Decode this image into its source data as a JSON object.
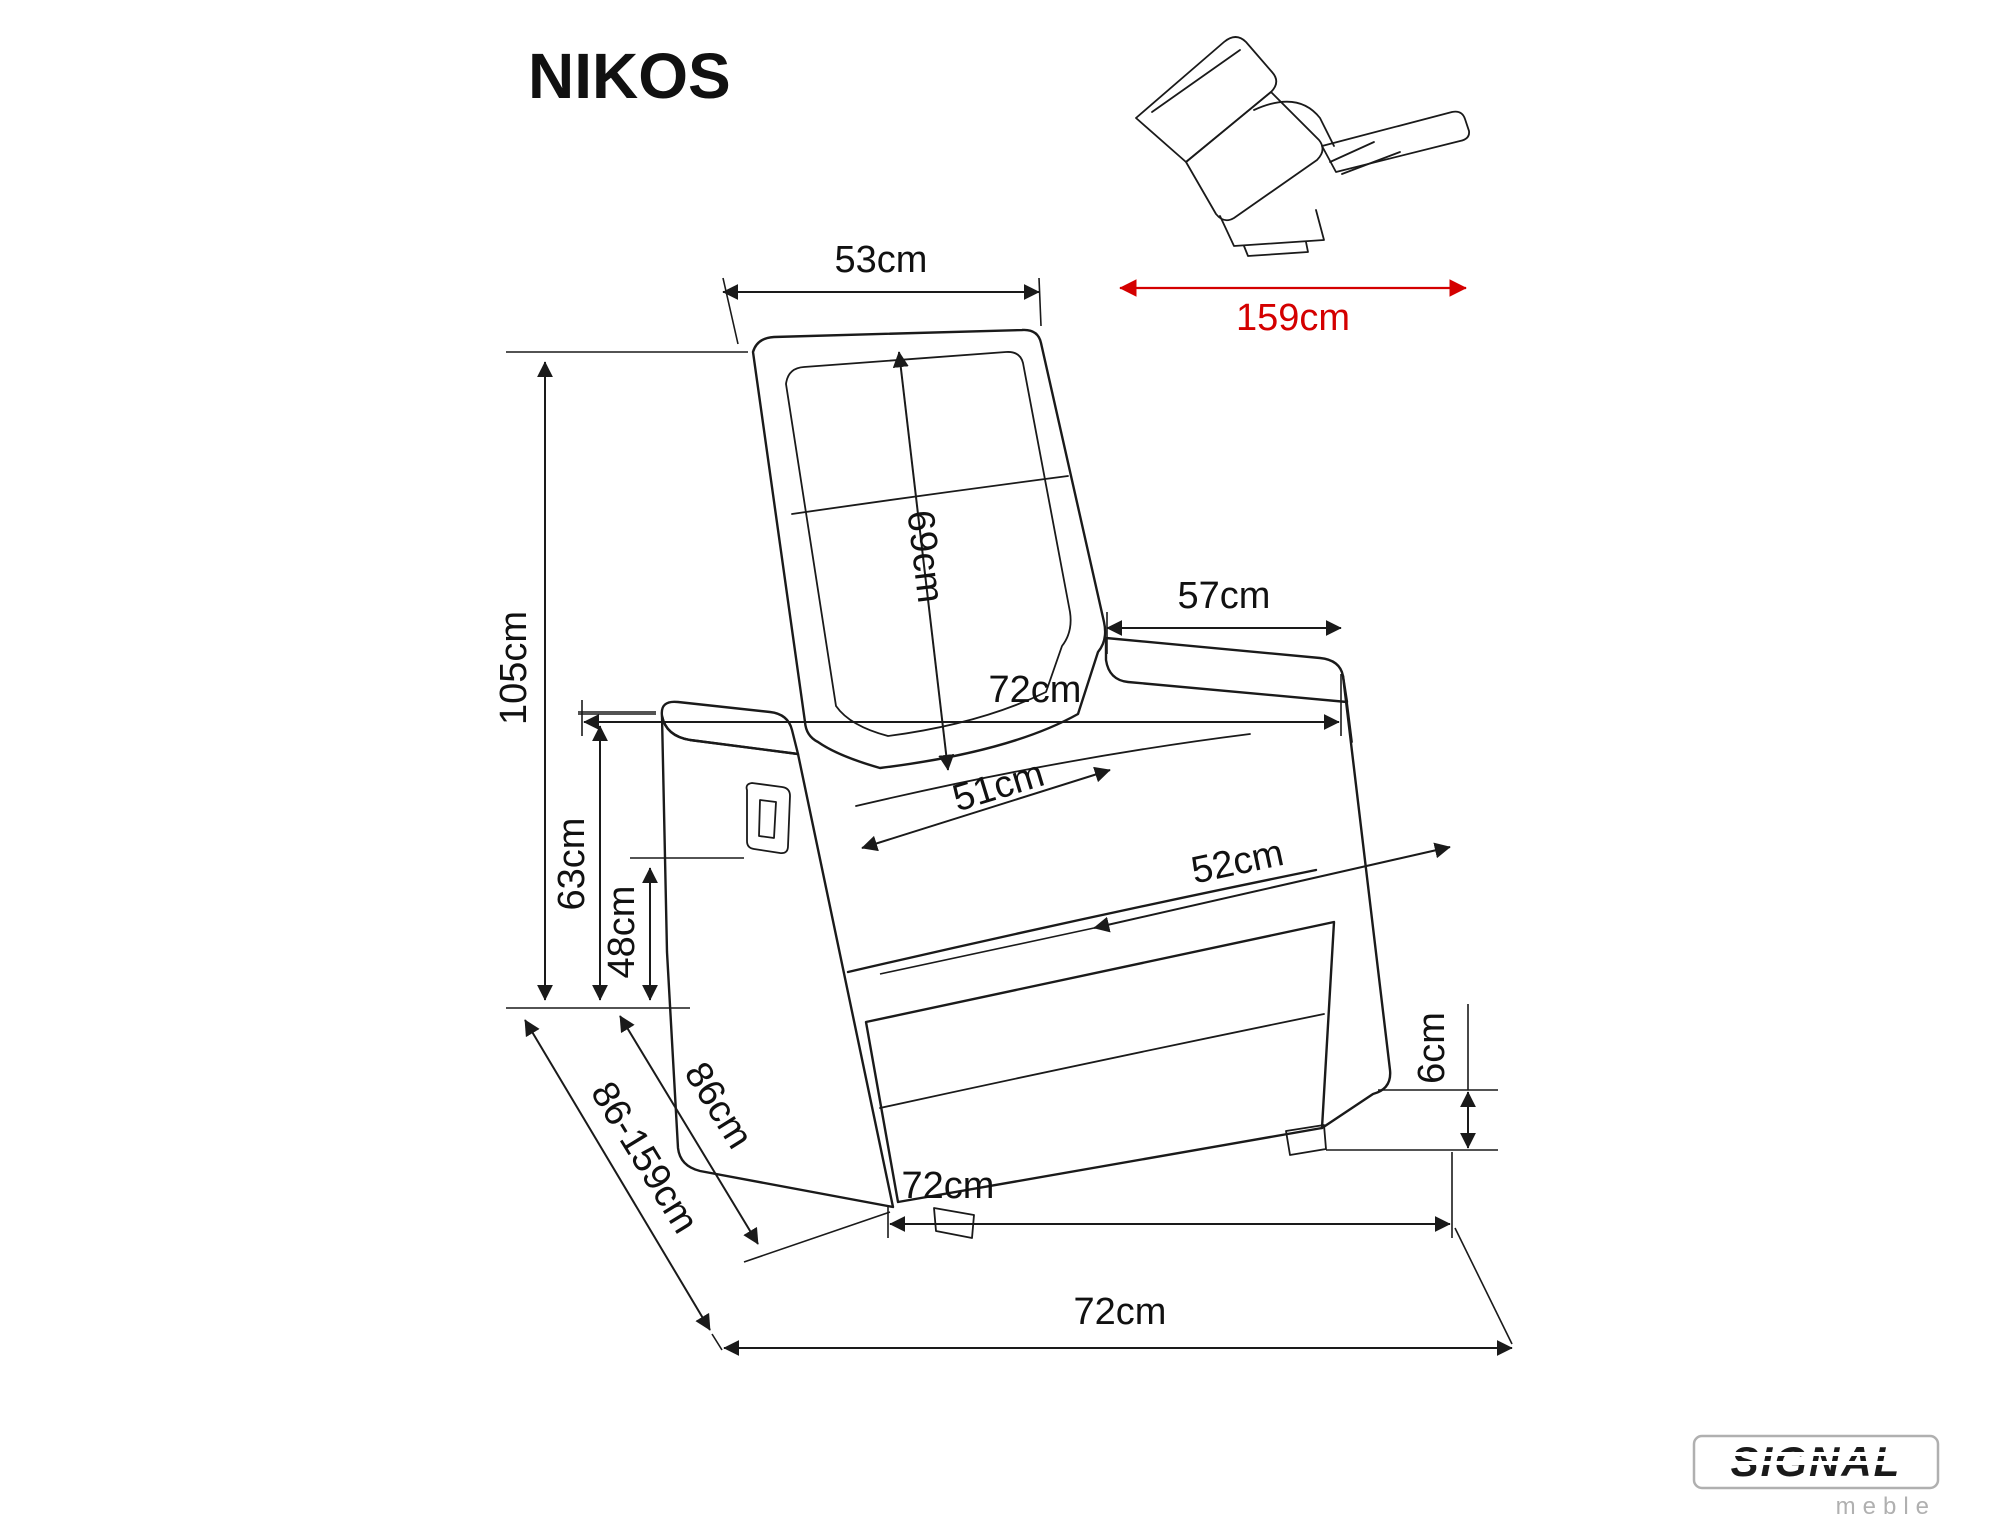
{
  "title": "NIKOS",
  "colors": {
    "line": "#1a1a1a",
    "red": "#d40000",
    "logo_gray": "#b0b0b0"
  },
  "inset": {
    "width_label": "159cm"
  },
  "dims": {
    "backrest_width": "53cm",
    "backrest_height": "69cm",
    "total_height": "105cm",
    "armrest_depth": "57cm",
    "total_width": "72cm",
    "seat_depth": "51cm",
    "seat_height": "63cm",
    "armrest_height": "48cm",
    "seat_width": "52cm",
    "depth_closed": "86cm",
    "depth_range": "86-159cm",
    "foot_height": "6cm",
    "base_width": "72cm",
    "front_width": "72cm"
  },
  "logo": {
    "brand": "SIGNAL",
    "sub": "meble"
  }
}
